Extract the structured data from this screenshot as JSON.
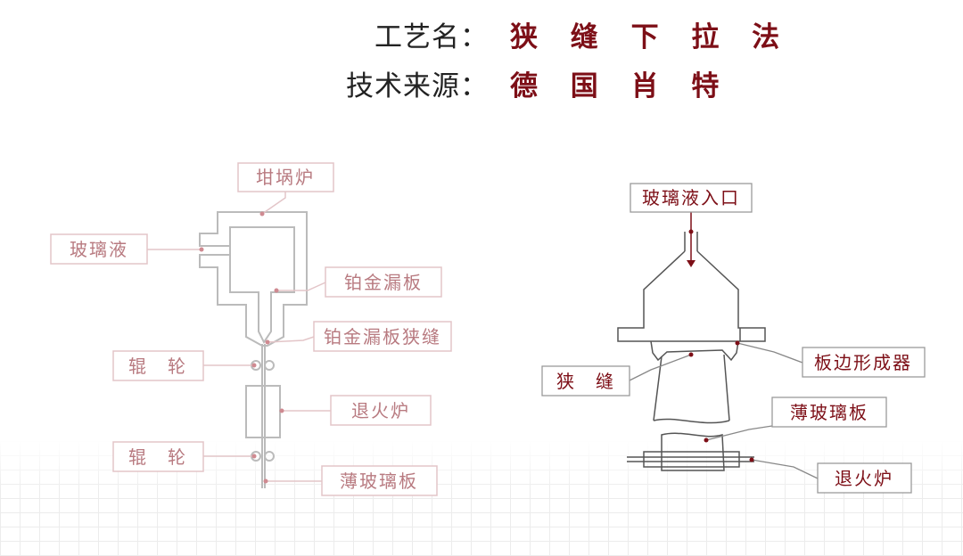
{
  "header": {
    "process_label": "工艺名：",
    "process_value": "狭 缝 下 拉 法",
    "source_label": "技术来源：",
    "source_value": "德 国 肖 特"
  },
  "left_diagram": {
    "crucible_furnace": "坩埚炉",
    "glass_liquid": "玻璃液",
    "platinum_bushing": "铂金漏板",
    "bushing_slot": "铂金漏板狭缝",
    "roller_top": "辊　轮",
    "annealing_furnace": "退火炉",
    "roller_bottom": "辊　轮",
    "thin_glass": "薄玻璃板"
  },
  "right_diagram": {
    "glass_inlet": "玻璃液入口",
    "edge_former": "板边形成器",
    "slot": "狭　缝",
    "thin_glass": "薄玻璃板",
    "annealing_furnace": "退火炉"
  },
  "colors": {
    "accent": "#7d0f17",
    "faded_label_text": "#b87a80",
    "faded_label_border": "#e3c5c8",
    "right_label_border": "#9a9a9a",
    "diagram_line_left": "#bbbbbb",
    "diagram_line_right": "#555555"
  }
}
